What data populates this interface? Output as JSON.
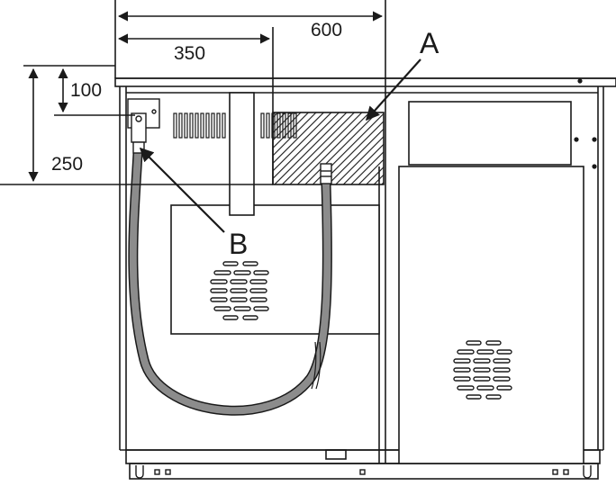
{
  "dimensions": {
    "width_600": "600",
    "width_350": "350",
    "height_100": "100",
    "height_250": "250"
  },
  "callouts": {
    "a": "A",
    "b": "B"
  },
  "colors": {
    "line": "#1a1a1a",
    "hose": "#8c8c8c",
    "hatch": "#1a1a1a",
    "background": "#ffffff"
  }
}
